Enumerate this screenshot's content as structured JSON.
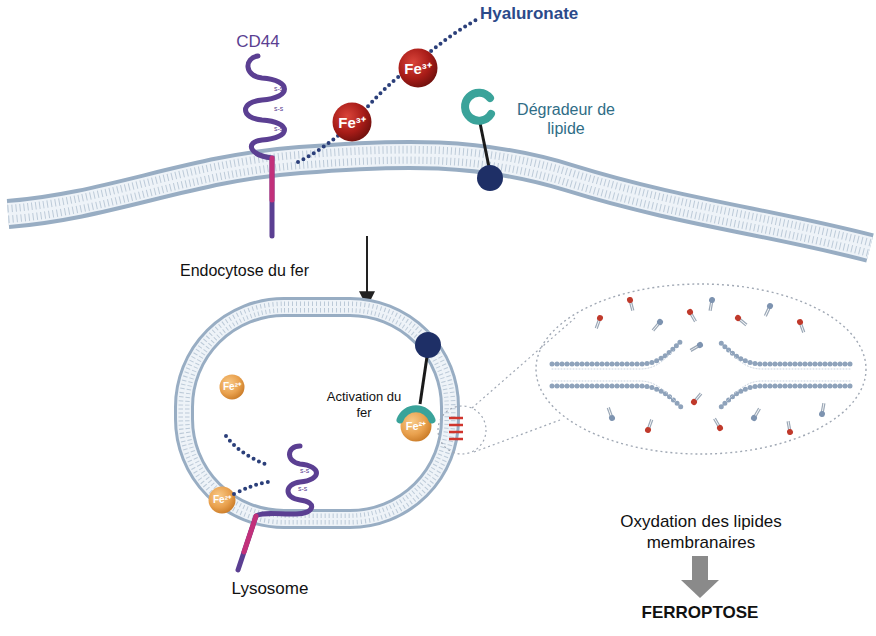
{
  "diagram": {
    "nodes": [
      {
        "text": [
          "Fe³⁺"
        ]
      },
      {
        "text": [
          "Fe³⁺"
        ]
      },
      {
        "text": [
          "Lysosome"
        ]
      },
      {
        "text": [
          "Fe²⁺"
        ],
        "in": 2
      },
      {
        "text": [
          "Fe²⁺"
        ],
        "in": 2
      },
      {
        "text": [
          "Fe²⁺"
        ],
        "in": 2
      },
      {
        "text": [
          "Oxydation des lipides membranaires"
        ]
      }
    ],
    "labels": [
      "Hyaluronate",
      "CD44",
      "Dégradeur de lipide",
      "Endocytose du fer",
      "Activation du fer",
      "FERROPTOSE",
      "s-s",
      "s-s",
      "s-s",
      "s-s",
      "s-s"
    ]
  }
}
